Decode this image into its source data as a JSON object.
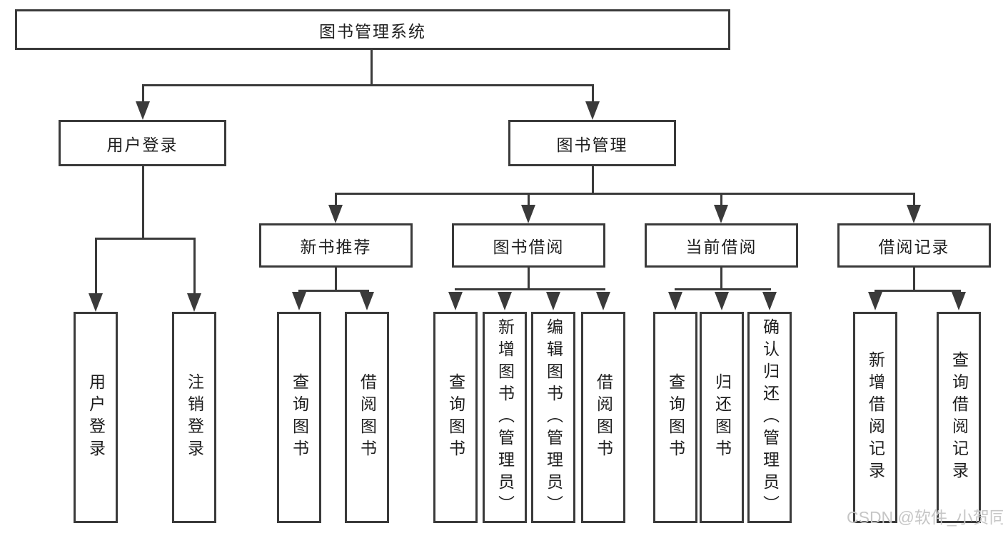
{
  "diagram_title": "图书管理系统",
  "tree": {
    "label": "图书管理系统",
    "children": [
      {
        "label": "用户登录",
        "children": [
          {
            "label": "用户登录"
          },
          {
            "label": "注销登录"
          }
        ]
      },
      {
        "label": "图书管理",
        "children": [
          {
            "label": "新书推荐",
            "children": [
              {
                "label": "查询图书"
              },
              {
                "label": "借阅图书"
              }
            ]
          },
          {
            "label": "图书借阅",
            "children": [
              {
                "label": "查询图书"
              },
              {
                "label": "新增图书（管理员）"
              },
              {
                "label": "编辑图书（管理员）"
              },
              {
                "label": "借阅图书"
              }
            ]
          },
          {
            "label": "当前借阅",
            "children": [
              {
                "label": "查询图书"
              },
              {
                "label": "归还图书"
              },
              {
                "label": "确认归还（管理员）"
              }
            ]
          },
          {
            "label": "借阅记录",
            "children": [
              {
                "label": "新增借阅记录"
              },
              {
                "label": "查询借阅记录"
              }
            ]
          }
        ]
      }
    ]
  },
  "watermark": {
    "text": "CSDN @软件_小贺同学"
  },
  "colors": {
    "line": "#3a3a3a",
    "text": "#1e1e1e",
    "background": "#ffffff",
    "watermark": "#c6c6c6"
  }
}
